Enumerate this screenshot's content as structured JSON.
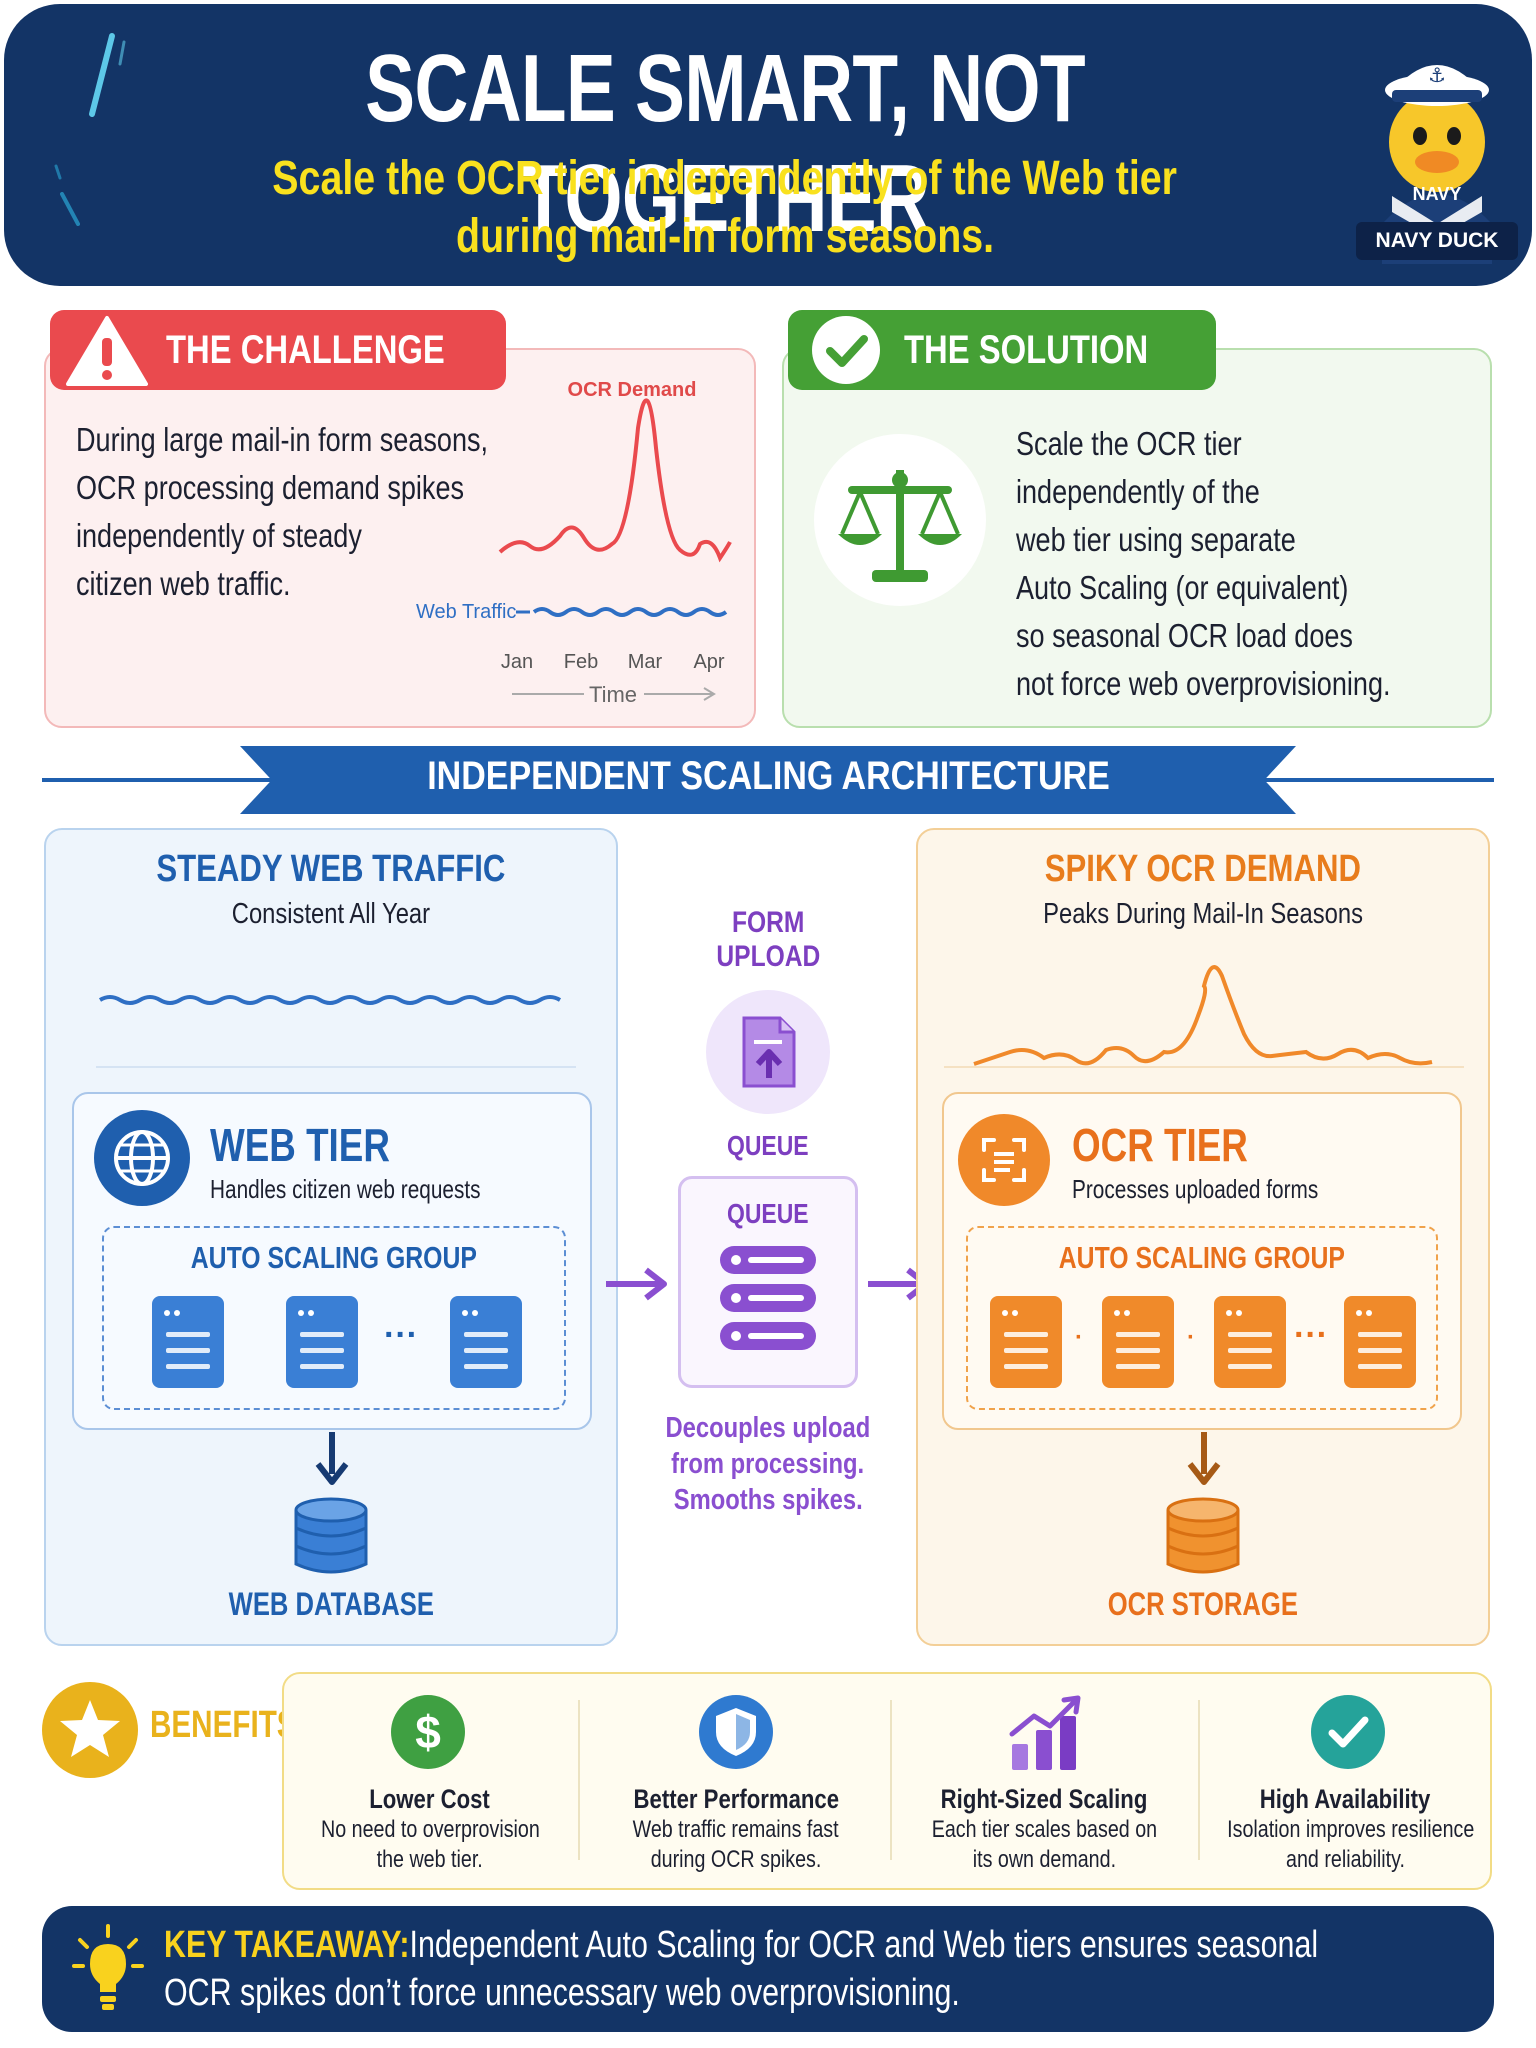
{
  "header": {
    "title": "SCALE SMART, NOT TOGETHER",
    "subtitle_line1": "Scale the OCR tier independently of the Web tier",
    "subtitle_line2": "during mail-in form seasons.",
    "badge_cap_text": "NAVY",
    "badge_label": "NAVY DUCK"
  },
  "challenge": {
    "label": "THE CHALLENGE",
    "text_lines": [
      "During large mail-in form seasons,",
      "OCR processing demand spikes",
      "independently of steady",
      "citizen web traffic."
    ],
    "chart": {
      "ocr_label": "OCR Demand",
      "web_label": "Web Traffic",
      "months": [
        "Jan",
        "Feb",
        "Mar",
        "Apr"
      ],
      "axis_label": "Time"
    }
  },
  "solution": {
    "label": "THE SOLUTION",
    "text_lines": [
      "Scale the OCR tier",
      "independently of the",
      "web tier using separate",
      "Auto Scaling (or equivalent)",
      "so seasonal OCR load does",
      "not force web overprovisioning."
    ]
  },
  "architecture": {
    "title": "INDEPENDENT SCALING ARCHITECTURE",
    "web": {
      "heading": "STEADY WEB TRAFFIC",
      "subheading": "Consistent All Year",
      "tier_title": "WEB TIER",
      "tier_desc": "Handles citizen web requests",
      "asg_label": "AUTO SCALING GROUP",
      "ellipsis": "···",
      "db_label": "WEB DATABASE"
    },
    "middle": {
      "form_upload": [
        "FORM",
        "UPLOAD"
      ],
      "queue_label_top": "QUEUE",
      "queue_label_box": "QUEUE",
      "note_lines": [
        "Decouples upload",
        "from processing.",
        "Smooths spikes."
      ]
    },
    "ocr": {
      "heading": "SPIKY OCR DEMAND",
      "subheading": "Peaks During Mail-In Seasons",
      "tier_title": "OCR TIER",
      "tier_desc": "Processes uploaded forms",
      "asg_label": "AUTO SCALING GROUP",
      "ellipsis": "···",
      "sep": "·",
      "db_label": "OCR STORAGE"
    }
  },
  "benefits": {
    "label": "BENEFITS",
    "items": [
      {
        "icon": "dollar-icon",
        "title": "Lower Cost",
        "desc_lines": [
          "No need to overprovision",
          "the web tier."
        ]
      },
      {
        "icon": "shield-icon",
        "title": "Better Performance",
        "desc_lines": [
          "Web traffic remains fast",
          "during OCR spikes."
        ]
      },
      {
        "icon": "growth-chart-icon",
        "title": "Right-Sized Scaling",
        "desc_lines": [
          "Each tier scales based on",
          "its own demand."
        ]
      },
      {
        "icon": "checkmark-icon",
        "title": "High Availability",
        "desc_lines": [
          "Isolation improves resilience",
          "and reliability."
        ]
      }
    ]
  },
  "takeaway": {
    "key": "KEY TAKEAWAY:",
    "line1_rest": " Independent Auto Scaling for OCR and Web tiers ensures seasonal",
    "line2": "OCR spikes don’t force unnecessary web overprovisioning."
  },
  "colors": {
    "navy": "#133466",
    "yellow": "#f9e11e",
    "challenge_red": "#ea4a4e",
    "solution_green": "#45a035",
    "web_blue": "#2f6fc4",
    "ocr_orange": "#f0892a",
    "queue_purple": "#8a4fd0",
    "benefit_gold": "#e9b21c"
  }
}
